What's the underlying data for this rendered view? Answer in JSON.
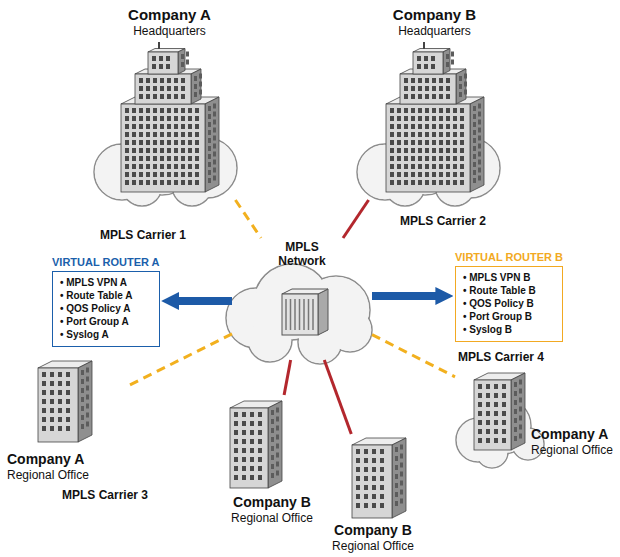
{
  "diagram": {
    "nodes": [
      {
        "text": [
          "Company A",
          "Headquarters"
        ]
      },
      {
        "text": [
          "Company B",
          "Headquarters"
        ]
      },
      {
        "text": [
          "MPLS Network"
        ]
      },
      {
        "text": [
          "VIRTUAL ROUTER A",
          "• MPLS VPN A",
          "• Route Table A",
          "• QOS Policy A",
          "• Port Group A",
          "• Syslog A"
        ]
      },
      {
        "text": [
          "VIRTUAL ROUTER B",
          "• MPLS VPN B",
          "• Route Table B",
          "• QOS Policy B",
          "• Port Group B",
          "• Syslog B"
        ]
      },
      {
        "text": [
          "Company A",
          "Regional Office"
        ]
      },
      {
        "text": [
          "Company B",
          "Regional Office"
        ]
      },
      {
        "text": [
          "Company B",
          "Regional Office"
        ]
      },
      {
        "text": [
          "Company A",
          "Regional Office"
        ]
      }
    ],
    "edges": [
      {
        "from": 0,
        "to": 2,
        "arrow": "none"
      },
      {
        "from": 1,
        "to": 2,
        "arrow": "none"
      },
      {
        "from": 2,
        "to": 3,
        "arrow": "to"
      },
      {
        "from": 2,
        "to": 4,
        "arrow": "to"
      },
      {
        "from": 2,
        "to": 5,
        "arrow": "none"
      },
      {
        "from": 2,
        "to": 6,
        "arrow": "none"
      },
      {
        "from": 2,
        "to": 7,
        "arrow": "none"
      },
      {
        "from": 2,
        "to": 8,
        "arrow": "none"
      }
    ],
    "labels": [
      "MPLS Carrier 1",
      "MPLS Carrier 2",
      "MPLS Carrier 4",
      "MPLS Carrier 3"
    ]
  }
}
